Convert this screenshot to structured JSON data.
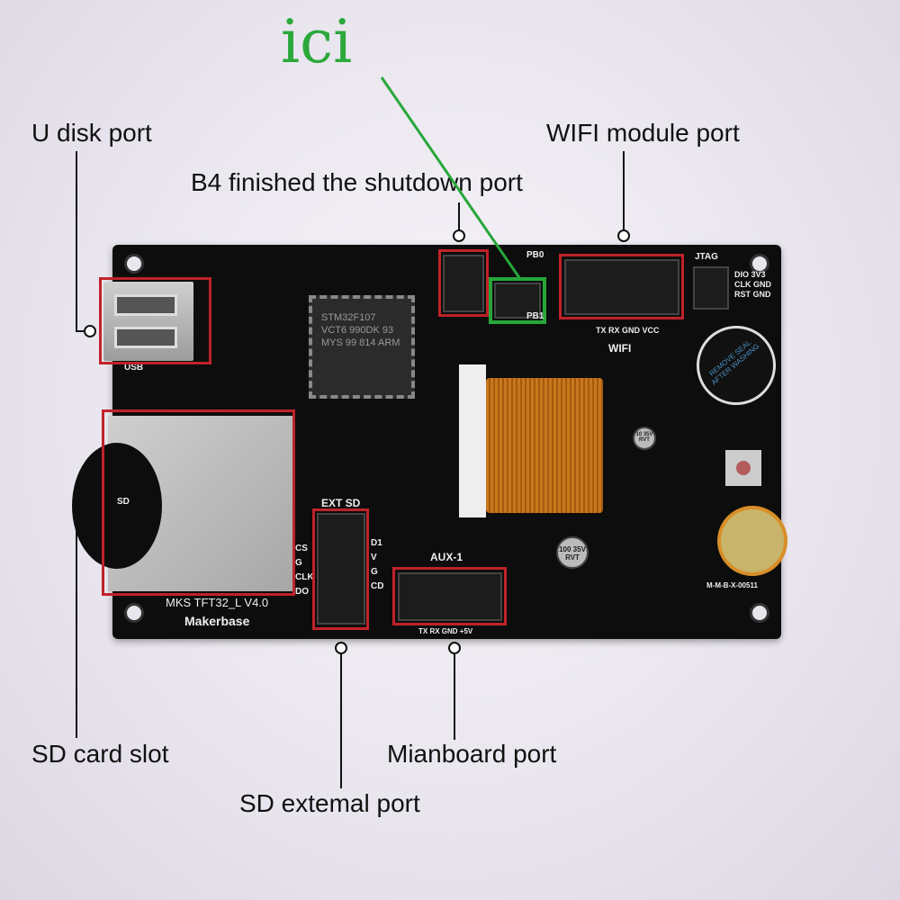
{
  "annotation": {
    "ici": "ici"
  },
  "labels": {
    "u_disk": "U disk port",
    "wifi": "WIFI module port",
    "b4": "B4 finished the shutdown port",
    "sd_slot": "SD card slot",
    "mainboard": "Mianboard port",
    "sd_external": "SD extemal port"
  },
  "board": {
    "usb": "USB",
    "sd": "SD",
    "ext_sd": "EXT SD",
    "aux": "AUX-1",
    "wifi": "WIFI",
    "wifi_pins": "TX  RX  GND  VCC",
    "aux_pins": "TX  RX  GND +5V",
    "model": "MKS TFT32_L V4.0",
    "brand": "Makerbase",
    "jtag": "JTAG",
    "jtag_pins": "DIO 3V3 CLK GND RST GND",
    "sd_pins": [
      "CS",
      "G",
      "CLK",
      "DO"
    ],
    "ext_pins": [
      "D1",
      "V",
      "G",
      "CD"
    ],
    "pb0": "PB0",
    "pb1": "PB1",
    "mcu": "STM32F107 VCT6 990DK 93 MYS 99 814 ARM",
    "buzzer": "REMOVE SEAL AFTER WASHING",
    "cap": "100 35V RVT",
    "cap_small": "10 35V RVT",
    "serial": "M-M-B-X-00511"
  },
  "colors": {
    "highlight_red": "#c0222a",
    "highlight_green": "#27a73a"
  }
}
